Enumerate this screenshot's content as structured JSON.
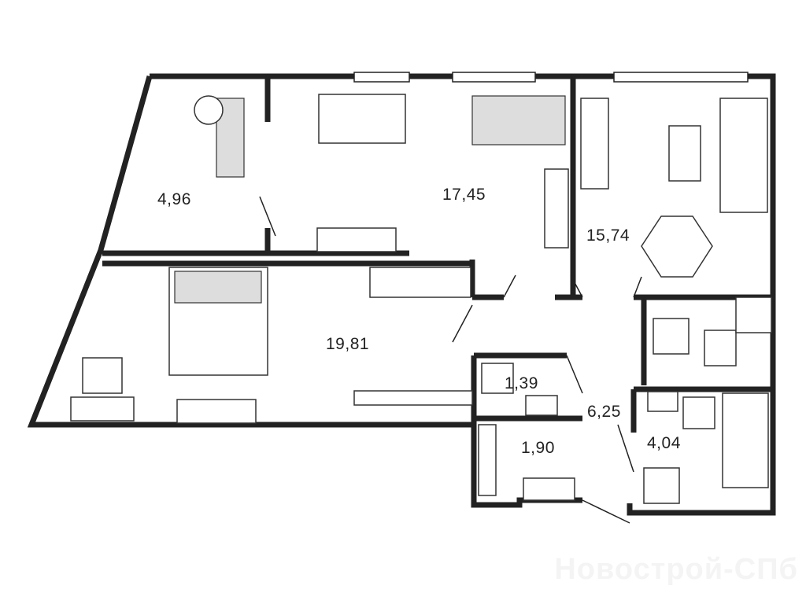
{
  "plan": {
    "rooms": [
      {
        "id": "balcony",
        "area": "4,96"
      },
      {
        "id": "living-kitchen",
        "area": "17,45"
      },
      {
        "id": "bedroom-right",
        "area": "15,74"
      },
      {
        "id": "bedroom-left",
        "area": "19,81"
      },
      {
        "id": "wc",
        "area": "1,39"
      },
      {
        "id": "hall",
        "area": "6,25"
      },
      {
        "id": "wardrobe",
        "area": "1,90"
      },
      {
        "id": "bathroom",
        "area": "4,04"
      }
    ],
    "watermark": "Новострой-СПб",
    "colors": {
      "wall": "#222222",
      "furniture_fill": "#dddddd"
    }
  }
}
